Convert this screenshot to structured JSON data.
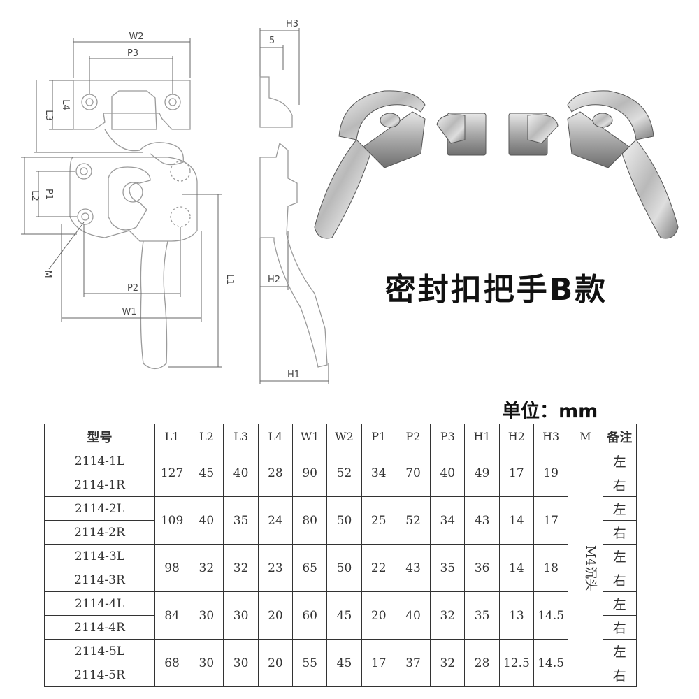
{
  "title": "密封扣把手B款",
  "unit": "单位：mm",
  "drawing_labels": {
    "w2": "W2",
    "p3": "P3",
    "l4": "L4",
    "l3": "L3",
    "p1": "P1",
    "l2": "L2",
    "m": "M",
    "p2": "P2",
    "w1": "W1",
    "l1": "L1",
    "h3": "H3",
    "five": "5",
    "h2": "H2",
    "h1": "H1"
  },
  "table": {
    "headers": [
      "型号",
      "L1",
      "L2",
      "L3",
      "L4",
      "W1",
      "W2",
      "P1",
      "P2",
      "P3",
      "H1",
      "H2",
      "H3",
      "M",
      "备注"
    ],
    "mount": "M4沉头",
    "groups": [
      {
        "models": [
          "2114-1L",
          "2114-1R"
        ],
        "L1": "127",
        "L2": "45",
        "L3": "40",
        "L4": "28",
        "W1": "90",
        "W2": "52",
        "P1": "34",
        "P2": "70",
        "P3": "40",
        "H1": "49",
        "H2": "17",
        "H3": "19",
        "notes": [
          "左",
          "右"
        ]
      },
      {
        "models": [
          "2114-2L",
          "2114-2R"
        ],
        "L1": "109",
        "L2": "40",
        "L3": "35",
        "L4": "24",
        "W1": "80",
        "W2": "50",
        "P1": "25",
        "P2": "52",
        "P3": "34",
        "H1": "43",
        "H2": "14",
        "H3": "17",
        "notes": [
          "左",
          "右"
        ]
      },
      {
        "models": [
          "2114-3L",
          "2114-3R"
        ],
        "L1": "98",
        "L2": "32",
        "L3": "32",
        "L4": "23",
        "W1": "65",
        "W2": "50",
        "P1": "22",
        "P2": "43",
        "P3": "35",
        "H1": "36",
        "H2": "14",
        "H3": "18",
        "notes": [
          "左",
          "右"
        ]
      },
      {
        "models": [
          "2114-4L",
          "2114-4R"
        ],
        "L1": "84",
        "L2": "30",
        "L3": "30",
        "L4": "20",
        "W1": "60",
        "W2": "45",
        "P1": "20",
        "P2": "40",
        "P3": "32",
        "H1": "35",
        "H2": "13",
        "H3": "14.5",
        "notes": [
          "左",
          "右"
        ]
      },
      {
        "models": [
          "2114-5L",
          "2114-5R"
        ],
        "L1": "68",
        "L2": "30",
        "L3": "30",
        "L4": "20",
        "W1": "55",
        "W2": "45",
        "P1": "17",
        "P2": "37",
        "P3": "32",
        "H1": "28",
        "H2": "12.5",
        "H3": "14.5",
        "notes": [
          "左",
          "右"
        ]
      }
    ]
  }
}
